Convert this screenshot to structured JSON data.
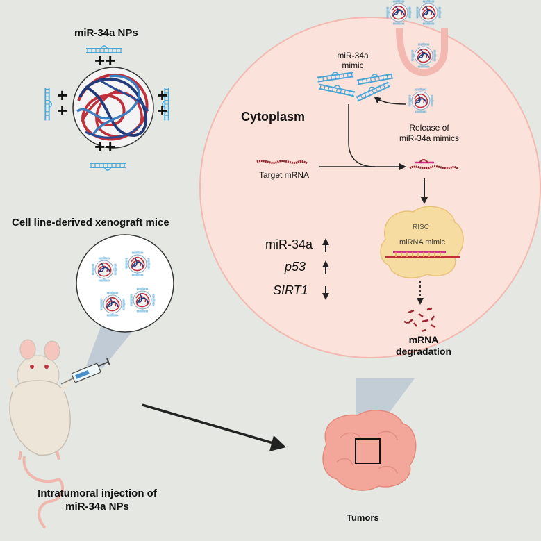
{
  "nanoparticle_title": "miR-34a NPs",
  "particle_charges": [
    "++",
    "++",
    "+",
    "+",
    "+",
    "+"
  ],
  "cell_region": "Cytoplasm",
  "mimic_label_line1": "miR-34a",
  "mimic_label_line2": "mimic",
  "release_line1": "Release of",
  "release_line2": "miR-34a mimics",
  "target_mrna": "Target mRNA",
  "risc_label": "RISC",
  "risc_mimic_label": "miRNA mimic",
  "degradation_line1": "mRNA",
  "degradation_line2": "degradation",
  "expression": [
    {
      "gene": "miR-34a",
      "direction": "up",
      "symbol": "↑"
    },
    {
      "gene": "p53",
      "direction": "up",
      "symbol": "↑"
    },
    {
      "gene": "SIRT1",
      "direction": "down",
      "symbol": "↓"
    }
  ],
  "model_label": "Cell line-derived xenograft mice",
  "injection_line1": "Intratumoral injection of",
  "injection_line2": "miR-34a NPs",
  "tumor_label": "Tumors",
  "colors": {
    "background": "#e4e7e2",
    "cytoplasm": "#fbe3dc",
    "membrane": "#f3b8b0",
    "rna_blue": "#4aa6d6",
    "polymer_red": "#c0303a",
    "polymer_navy": "#233a78",
    "tumor": "#f3a79a",
    "risc": "#f6dca0",
    "mrna": "#9b2730"
  }
}
